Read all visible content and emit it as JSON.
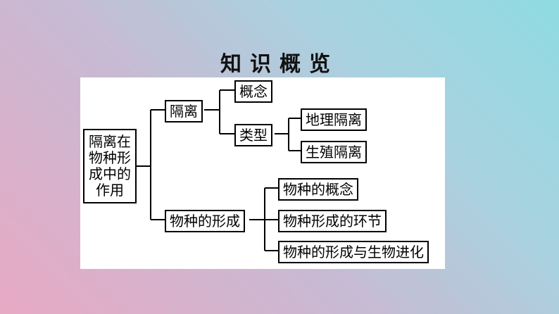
{
  "title": "知识概览",
  "diagram": {
    "root": "隔离在物种形成中的作用",
    "branch_isolation": {
      "label": "隔离",
      "children": {
        "concept": "概念",
        "types": {
          "label": "类型",
          "children": [
            "地理隔离",
            "生殖隔离"
          ]
        }
      }
    },
    "branch_formation": {
      "label": "物种的形成",
      "children": [
        "物种的概念",
        "物种形成的环节",
        "物种的形成与生物进化"
      ]
    }
  }
}
